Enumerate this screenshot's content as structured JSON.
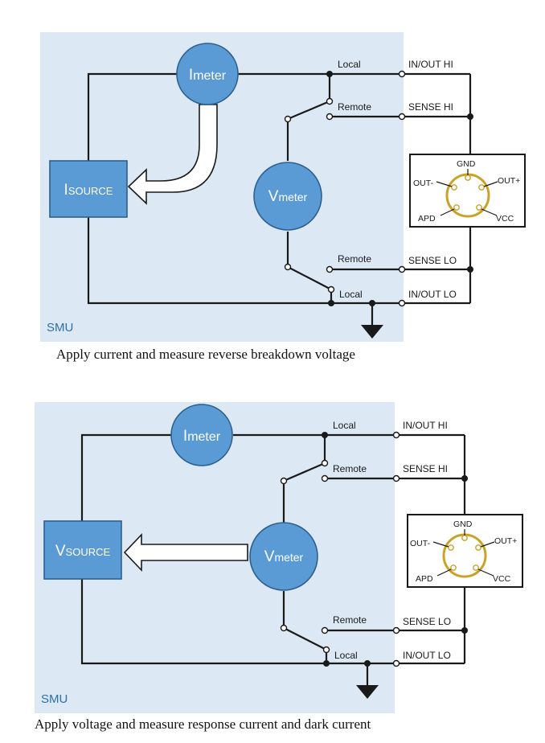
{
  "panels": [
    {
      "meter_top": {
        "main": "I",
        "sub": "meter"
      },
      "meter_mid": {
        "main": "V",
        "sub": "meter"
      },
      "source": {
        "main": "I",
        "sub": "SOURCE"
      },
      "switch_labels": {
        "local_top": "Local",
        "remote_top": "Remote",
        "remote_bottom": "Remote",
        "local_bottom": "Local"
      },
      "terminals": {
        "in_out_hi": "IN/OUT HI",
        "sense_hi": "SENSE HI",
        "sense_lo": "SENSE LO",
        "in_out_lo": "IN/OUT LO"
      },
      "device": {
        "gnd": "GND",
        "out_minus": "OUT-",
        "out_plus": "OUT+",
        "apd": "APD",
        "vcc": "VCC"
      },
      "smu_label": "SMU",
      "caption": "Apply current and measure reverse breakdown voltage"
    },
    {
      "meter_top": {
        "main": "I",
        "sub": "meter"
      },
      "meter_mid": {
        "main": "V",
        "sub": "meter"
      },
      "source": {
        "main": "V",
        "sub": "SOURCE"
      },
      "switch_labels": {
        "local_top": "Local",
        "remote_top": "Remote",
        "remote_bottom": "Remote",
        "local_bottom": "Local"
      },
      "terminals": {
        "in_out_hi": "IN/OUT HI",
        "sense_hi": "SENSE HI",
        "sense_lo": "SENSE LO",
        "in_out_lo": "IN/OUT LO"
      },
      "device": {
        "gnd": "GND",
        "out_minus": "OUT-",
        "out_plus": "OUT+",
        "apd": "APD",
        "vcc": "VCC"
      },
      "smu_label": "SMU",
      "caption": "Apply voltage and measure response current and dark current"
    }
  ],
  "colors": {
    "panel_bg": "#dce9f5",
    "meter_fill": "#5b9bd5",
    "device_pins": "#c9a227"
  }
}
